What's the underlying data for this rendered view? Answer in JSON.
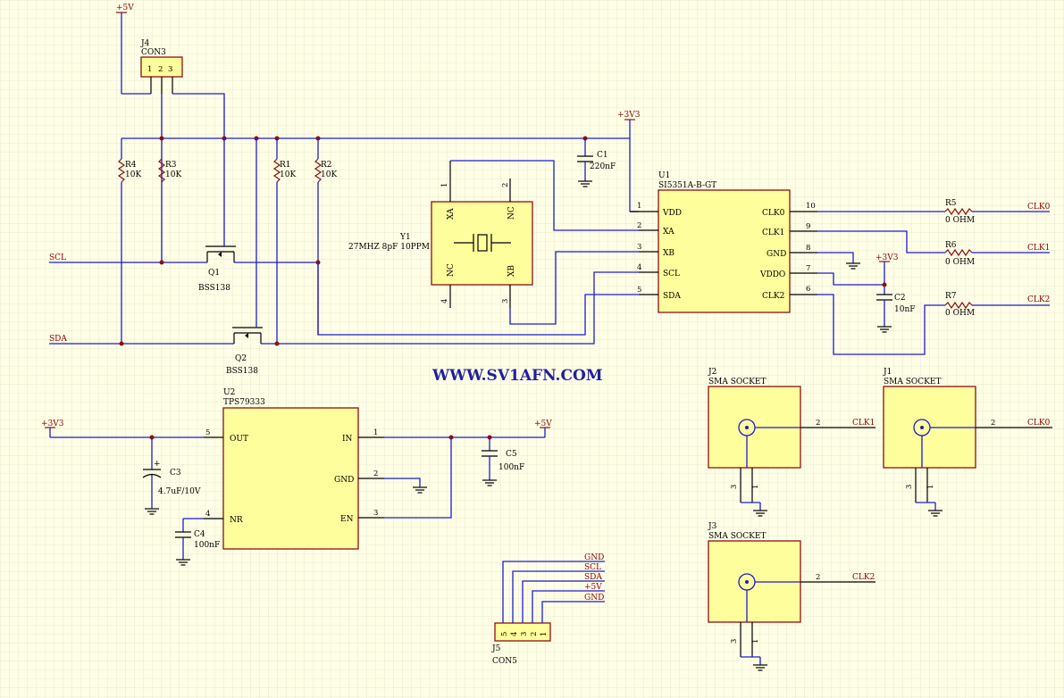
{
  "colors": {
    "background": "#ffffe6",
    "wire": "#1c1ccc",
    "component_body": "#fffe9c",
    "component_outline": "#8a1010",
    "net_label": "#8a0000",
    "grid": "#d8d8cc"
  },
  "watermark": "WWW.SV1AFN.COM",
  "power": {
    "v5": "+5V",
    "v3": "+3V3"
  },
  "nets": {
    "scl": "SCL",
    "sda": "SDA",
    "gnd": "GND",
    "clk0": "CLK0",
    "clk1": "CLK1",
    "clk2": "CLK2"
  },
  "components": {
    "j4": {
      "ref": "J4",
      "value": "CON3",
      "pins": [
        "1",
        "2",
        "3"
      ]
    },
    "r1": {
      "ref": "R1",
      "value": "10K"
    },
    "r2": {
      "ref": "R2",
      "value": "10K"
    },
    "r3": {
      "ref": "R3",
      "value": "10K"
    },
    "r4": {
      "ref": "R4",
      "value": "10K"
    },
    "q1": {
      "ref": "Q1",
      "value": "BSS138"
    },
    "q2": {
      "ref": "Q2",
      "value": "BSS138"
    },
    "c1": {
      "ref": "C1",
      "value": "220nF"
    },
    "c2": {
      "ref": "C2",
      "value": "10nF"
    },
    "c3": {
      "ref": "C3",
      "value": "4.7uF/10V"
    },
    "c4": {
      "ref": "C4",
      "value": "100nF"
    },
    "c5": {
      "ref": "C5",
      "value": "100nF"
    },
    "y1": {
      "ref": "Y1",
      "value": "27MHZ 8pF 10PPM",
      "pin_names": [
        "XA",
        "NC",
        "NC",
        "XB"
      ],
      "pins": [
        "1",
        "2",
        "4",
        "3"
      ]
    },
    "u1": {
      "ref": "U1",
      "value": "SI5351A-B-GT",
      "left_pins": [
        {
          "num": "1",
          "name": "VDD"
        },
        {
          "num": "2",
          "name": "XA"
        },
        {
          "num": "3",
          "name": "XB"
        },
        {
          "num": "4",
          "name": "SCL"
        },
        {
          "num": "5",
          "name": "SDA"
        }
      ],
      "right_pins": [
        {
          "num": "10",
          "name": "CLK0"
        },
        {
          "num": "9",
          "name": "CLK1"
        },
        {
          "num": "8",
          "name": "GND"
        },
        {
          "num": "7",
          "name": "VDDO"
        },
        {
          "num": "6",
          "name": "CLK2"
        }
      ]
    },
    "u2": {
      "ref": "U2",
      "value": "TPS79333",
      "left_pins": [
        {
          "num": "5",
          "name": "OUT"
        },
        {
          "num": "4",
          "name": "NR"
        }
      ],
      "right_pins": [
        {
          "num": "1",
          "name": "IN"
        },
        {
          "num": "2",
          "name": "GND"
        },
        {
          "num": "3",
          "name": "EN"
        }
      ]
    },
    "r5": {
      "ref": "R5",
      "value": "0 OHM"
    },
    "r6": {
      "ref": "R6",
      "value": "0 OHM"
    },
    "r7": {
      "ref": "R7",
      "value": "0 OHM"
    },
    "j1": {
      "ref": "J1",
      "value": "SMA SOCKET"
    },
    "j2": {
      "ref": "J2",
      "value": "SMA SOCKET"
    },
    "j3": {
      "ref": "J3",
      "value": "SMA SOCKET"
    },
    "sma_pins": [
      "2",
      "3",
      "1"
    ],
    "j5": {
      "ref": "J5",
      "value": "CON5",
      "pins": [
        "5",
        "4",
        "3",
        "2",
        "1"
      ],
      "nets": [
        "GND",
        "SCL",
        "SDA",
        "+5V",
        "GND"
      ]
    }
  }
}
